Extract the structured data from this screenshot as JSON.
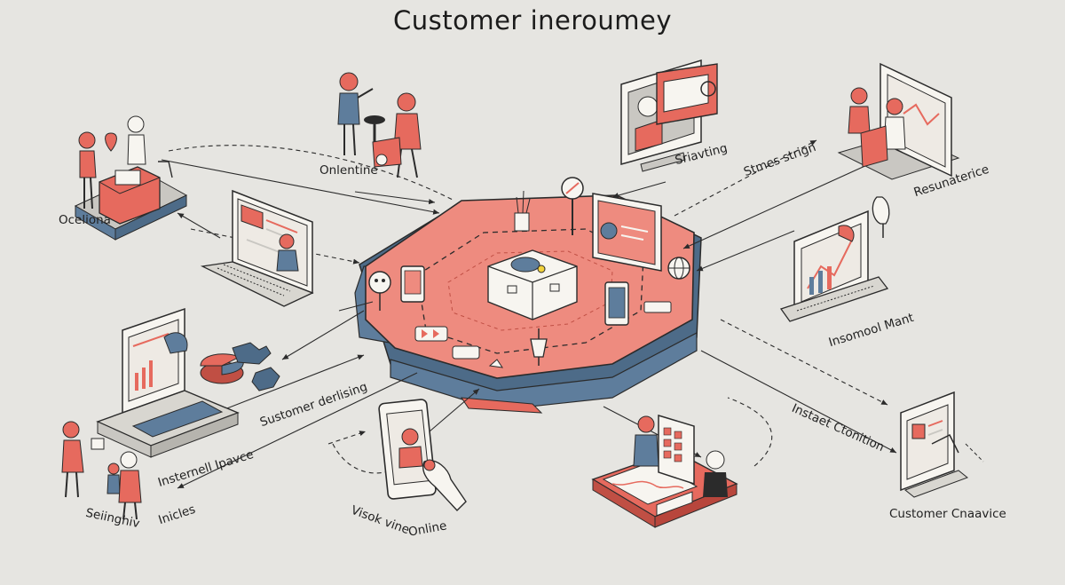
{
  "title": "Customer ineroumey",
  "labels": {
    "top_left": "Oceliona",
    "top_center": "Onlentine",
    "top_right_screen": "Sriavting",
    "top_right_arrow": "Stmes strign",
    "right_top": "Resunaterice",
    "right_mid": "Insomool Mant",
    "bottom_right_arrow": "Instaet Ctonition",
    "bottom_right": "Customer Cnaavice",
    "left_mid_arrow": "Sustomer derlising",
    "left_bottom_arrow": "Insternell Ipavce",
    "left_bottom": "Inicles",
    "far_left_bottom": "Seiinghiv",
    "phone_left": "Visok vine",
    "phone_right": "Online"
  },
  "colors": {
    "background": "#e6e5e1",
    "accent": "#e66a5e",
    "accent_light": "#ee8b7f",
    "steel": "#5e7d9c",
    "line": "#2b2b2b"
  }
}
